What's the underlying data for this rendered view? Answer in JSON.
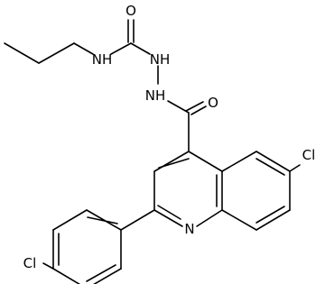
{
  "atom_labels": {
    "o_urea": "O",
    "nh_propyl": "NH",
    "nh_hydrazide_1": "NH",
    "nh_hydrazide_2": "NH",
    "o_amide": "O",
    "cl_quinoline": "Cl",
    "n_quinoline": "N",
    "cl_phenyl": "Cl"
  },
  "colors": {
    "bond": "#000000",
    "label": "#000000",
    "background": "#ffffff"
  }
}
